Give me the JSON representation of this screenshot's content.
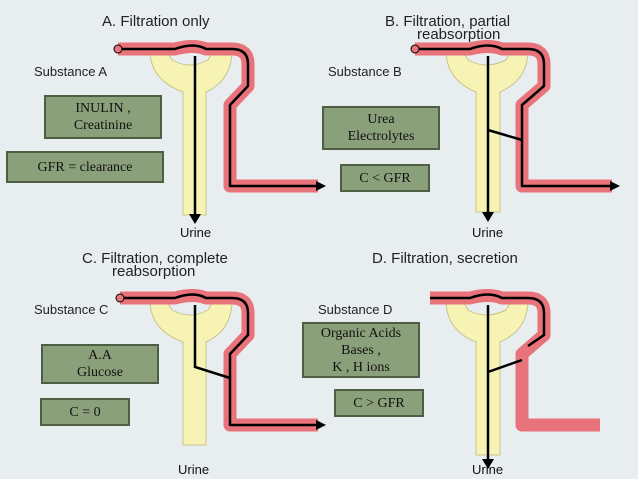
{
  "panels": {
    "a": {
      "title": "A. Filtration only",
      "substance": "Substance A",
      "box1_line1": "INULIN ,",
      "box1_line2": "Creatinine",
      "box2": "GFR = clearance",
      "urine": "Urine"
    },
    "b": {
      "title_line1": "B. Filtration, partial",
      "title_line2": "reabsorption",
      "substance": "Substance B",
      "box1_line1": "Urea",
      "box1_line2": "Electrolytes",
      "box2": "C < GFR",
      "urine": "Urine"
    },
    "c": {
      "title_line1": "C. Filtration, complete",
      "title_line2": "reabsorption",
      "substance": "Substance C",
      "box1_line1": "A.A",
      "box1_line2": "Glucose",
      "box2": "C = 0",
      "urine": "Urine"
    },
    "d": {
      "title": "D. Filtration, secretion",
      "substance": "Substance D",
      "box1_line1": "Organic Acids",
      "box1_line2": "Bases ,",
      "box1_line3": "K , H ions",
      "box2": "C > GFR",
      "urine": "Urine"
    }
  },
  "colors": {
    "background": "#e8eef0",
    "tubule": "#f6f3b4",
    "vessel": "#e8737a",
    "box": "#8aa07a"
  }
}
